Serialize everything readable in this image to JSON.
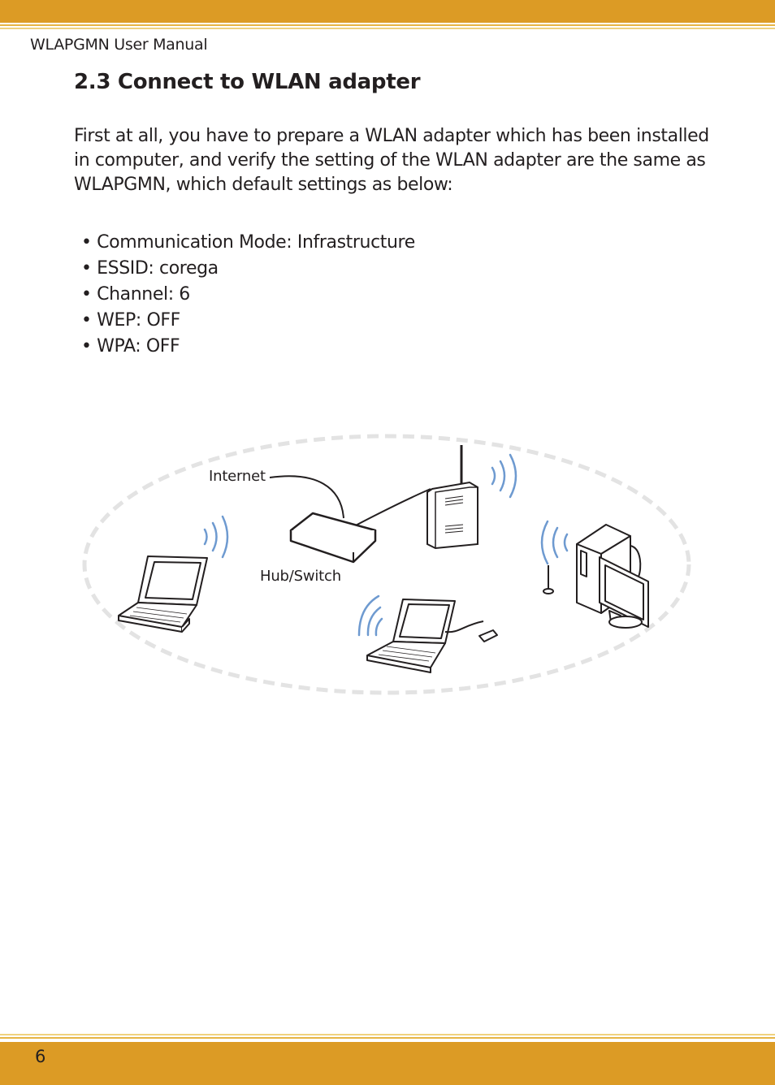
{
  "header": {
    "manual_title": "WLAPGMN User Manual"
  },
  "section": {
    "title": "2.3 Connect to WLAN adapter",
    "intro": "First at all, you have to prepare a WLAN adapter which has been installed in computer, and verify the setting of the WLAN adapter are the same as WLAPGMN, which default settings as below:"
  },
  "settings": [
    "Communication Mode: Infrastructure",
    "ESSID: corega",
    "Channel: 6",
    "WEP: OFF",
    "WPA: OFF"
  ],
  "diagram": {
    "internet_label": "Internet",
    "hub_label": "Hub/Switch"
  },
  "footer": {
    "page_number": "6"
  },
  "colors": {
    "band": "#dc9b25",
    "wave": "#6e9ad0",
    "dash": "#e3e3e3"
  }
}
